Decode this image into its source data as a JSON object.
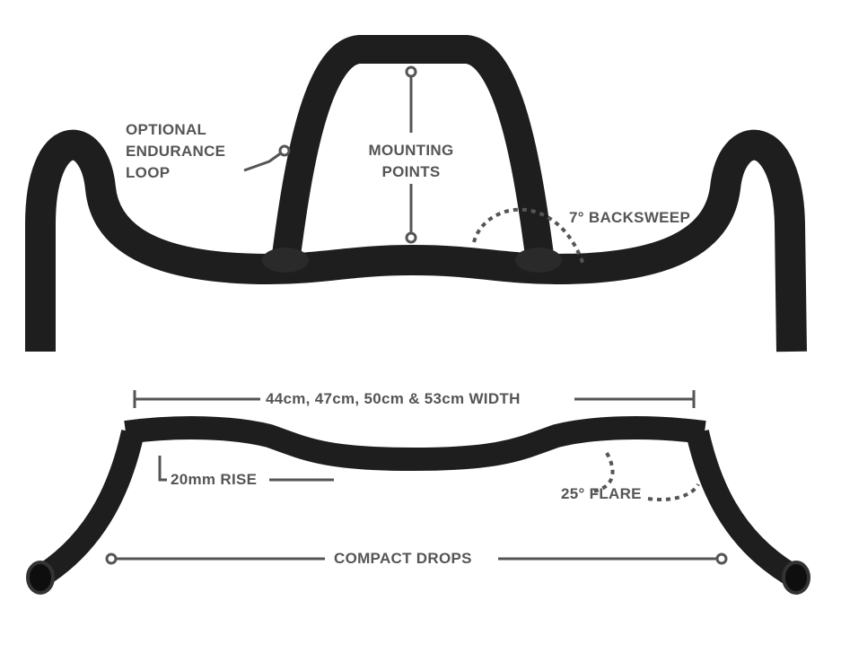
{
  "labels": {
    "endurance_loop": [
      "OPTIONAL",
      "ENDURANCE",
      "LOOP"
    ],
    "mounting_points": [
      "MOUNTING",
      "POINTS"
    ],
    "backsweep": "7° BACKSWEEP",
    "width": "44cm, 47cm, 50cm & 53cm WIDTH",
    "rise": "20mm RISE",
    "flare": "25° FLARE",
    "drops": "COMPACT DROPS"
  },
  "colors": {
    "bar": "#1c1c1c",
    "annotation": "#555555"
  }
}
